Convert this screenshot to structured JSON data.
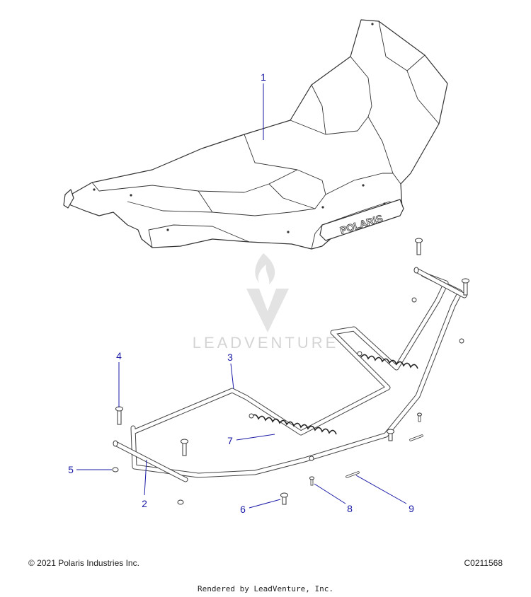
{
  "callouts": {
    "c1": "1",
    "c2": "2",
    "c3": "3",
    "c4": "4",
    "c5": "5",
    "c6": "6",
    "c7": "7",
    "c8": "8",
    "c9": "9"
  },
  "logo_text": "POLARIS",
  "watermark": {
    "text": "LEADVENTURE",
    "icon": "flame-v-icon"
  },
  "footer": {
    "copyright": "© 2021 Polaris Industries Inc.",
    "drawing_code": "C0211568",
    "rendered_by": "Rendered by LeadVenture, Inc."
  },
  "colors": {
    "callout": "#1a1aa6",
    "line": "#333333",
    "watermark": "#d4d4d4"
  }
}
